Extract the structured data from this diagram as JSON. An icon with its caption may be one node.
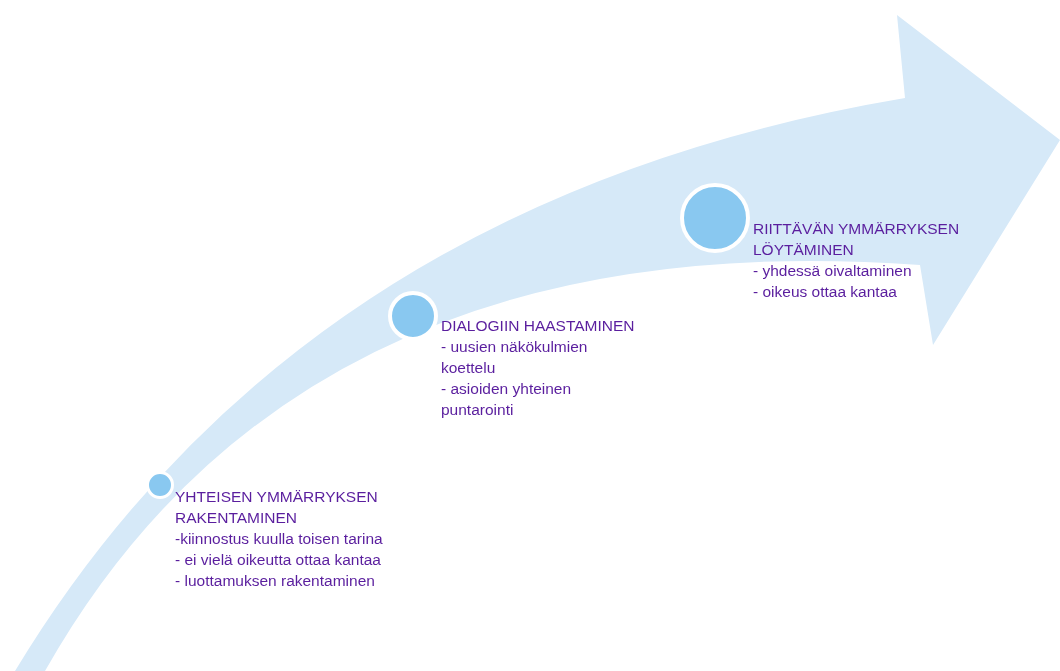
{
  "diagram": {
    "nodes": [
      {
        "text": [
          "YHTEISEN YMMÄRRYKSEN RAKENTAMINEN",
          "-kiinnostus kuulla toisen tarina",
          "- ei vielä oikeutta ottaa kantaa",
          "- luottamuksen rakentaminen"
        ]
      },
      {
        "text": [
          "DIALOGIIN HAASTAMINEN",
          "- uusien näkökulmien koettelu",
          "- asioiden yhteinen puntarointi"
        ]
      },
      {
        "text": [
          "RIITTÄVÄN YMMÄRRYKSEN LÖYTÄMINEN",
          "- yhdessä oivaltaminen",
          "- oikeus ottaa kantaa"
        ]
      }
    ]
  }
}
